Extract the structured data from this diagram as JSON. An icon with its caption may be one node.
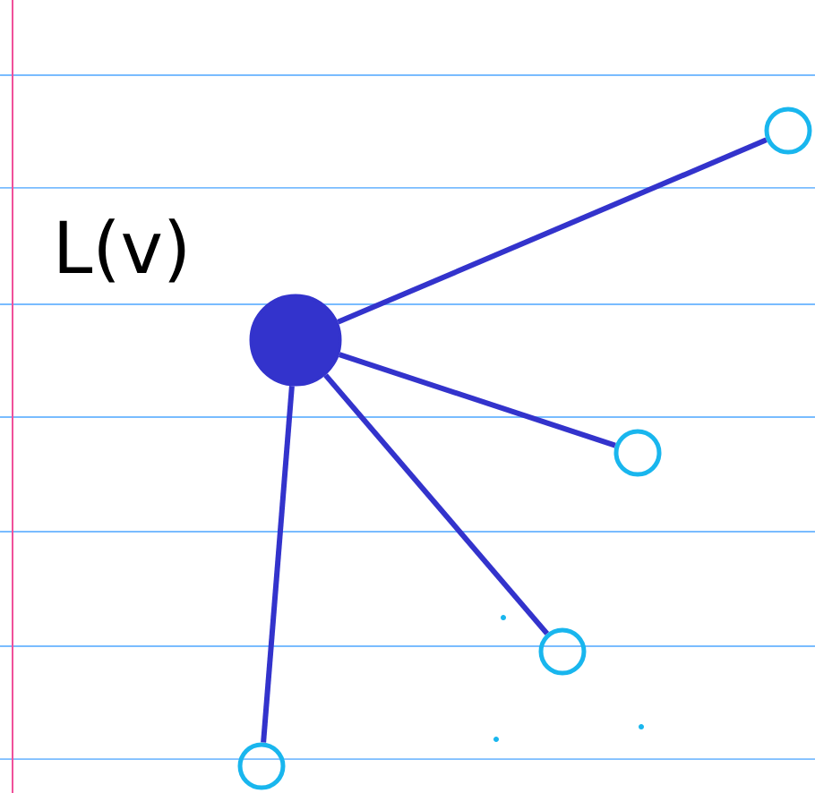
{
  "diagram": {
    "nodes": [
      {
        "text": [],
        "shape": "circle"
      },
      {
        "text": [],
        "shape": "circle"
      },
      {
        "text": [],
        "shape": "circle"
      },
      {
        "text": [],
        "shape": "circle"
      },
      {
        "text": [],
        "shape": "circle"
      }
    ],
    "edges": [
      {
        "from": 0,
        "to": 1,
        "arrow": "none"
      },
      {
        "from": 0,
        "to": 2,
        "arrow": "none"
      },
      {
        "from": 0,
        "to": 3,
        "arrow": "none"
      },
      {
        "from": 0,
        "to": 4,
        "arrow": "none"
      }
    ],
    "labels": [
      "L(v)"
    ]
  }
}
